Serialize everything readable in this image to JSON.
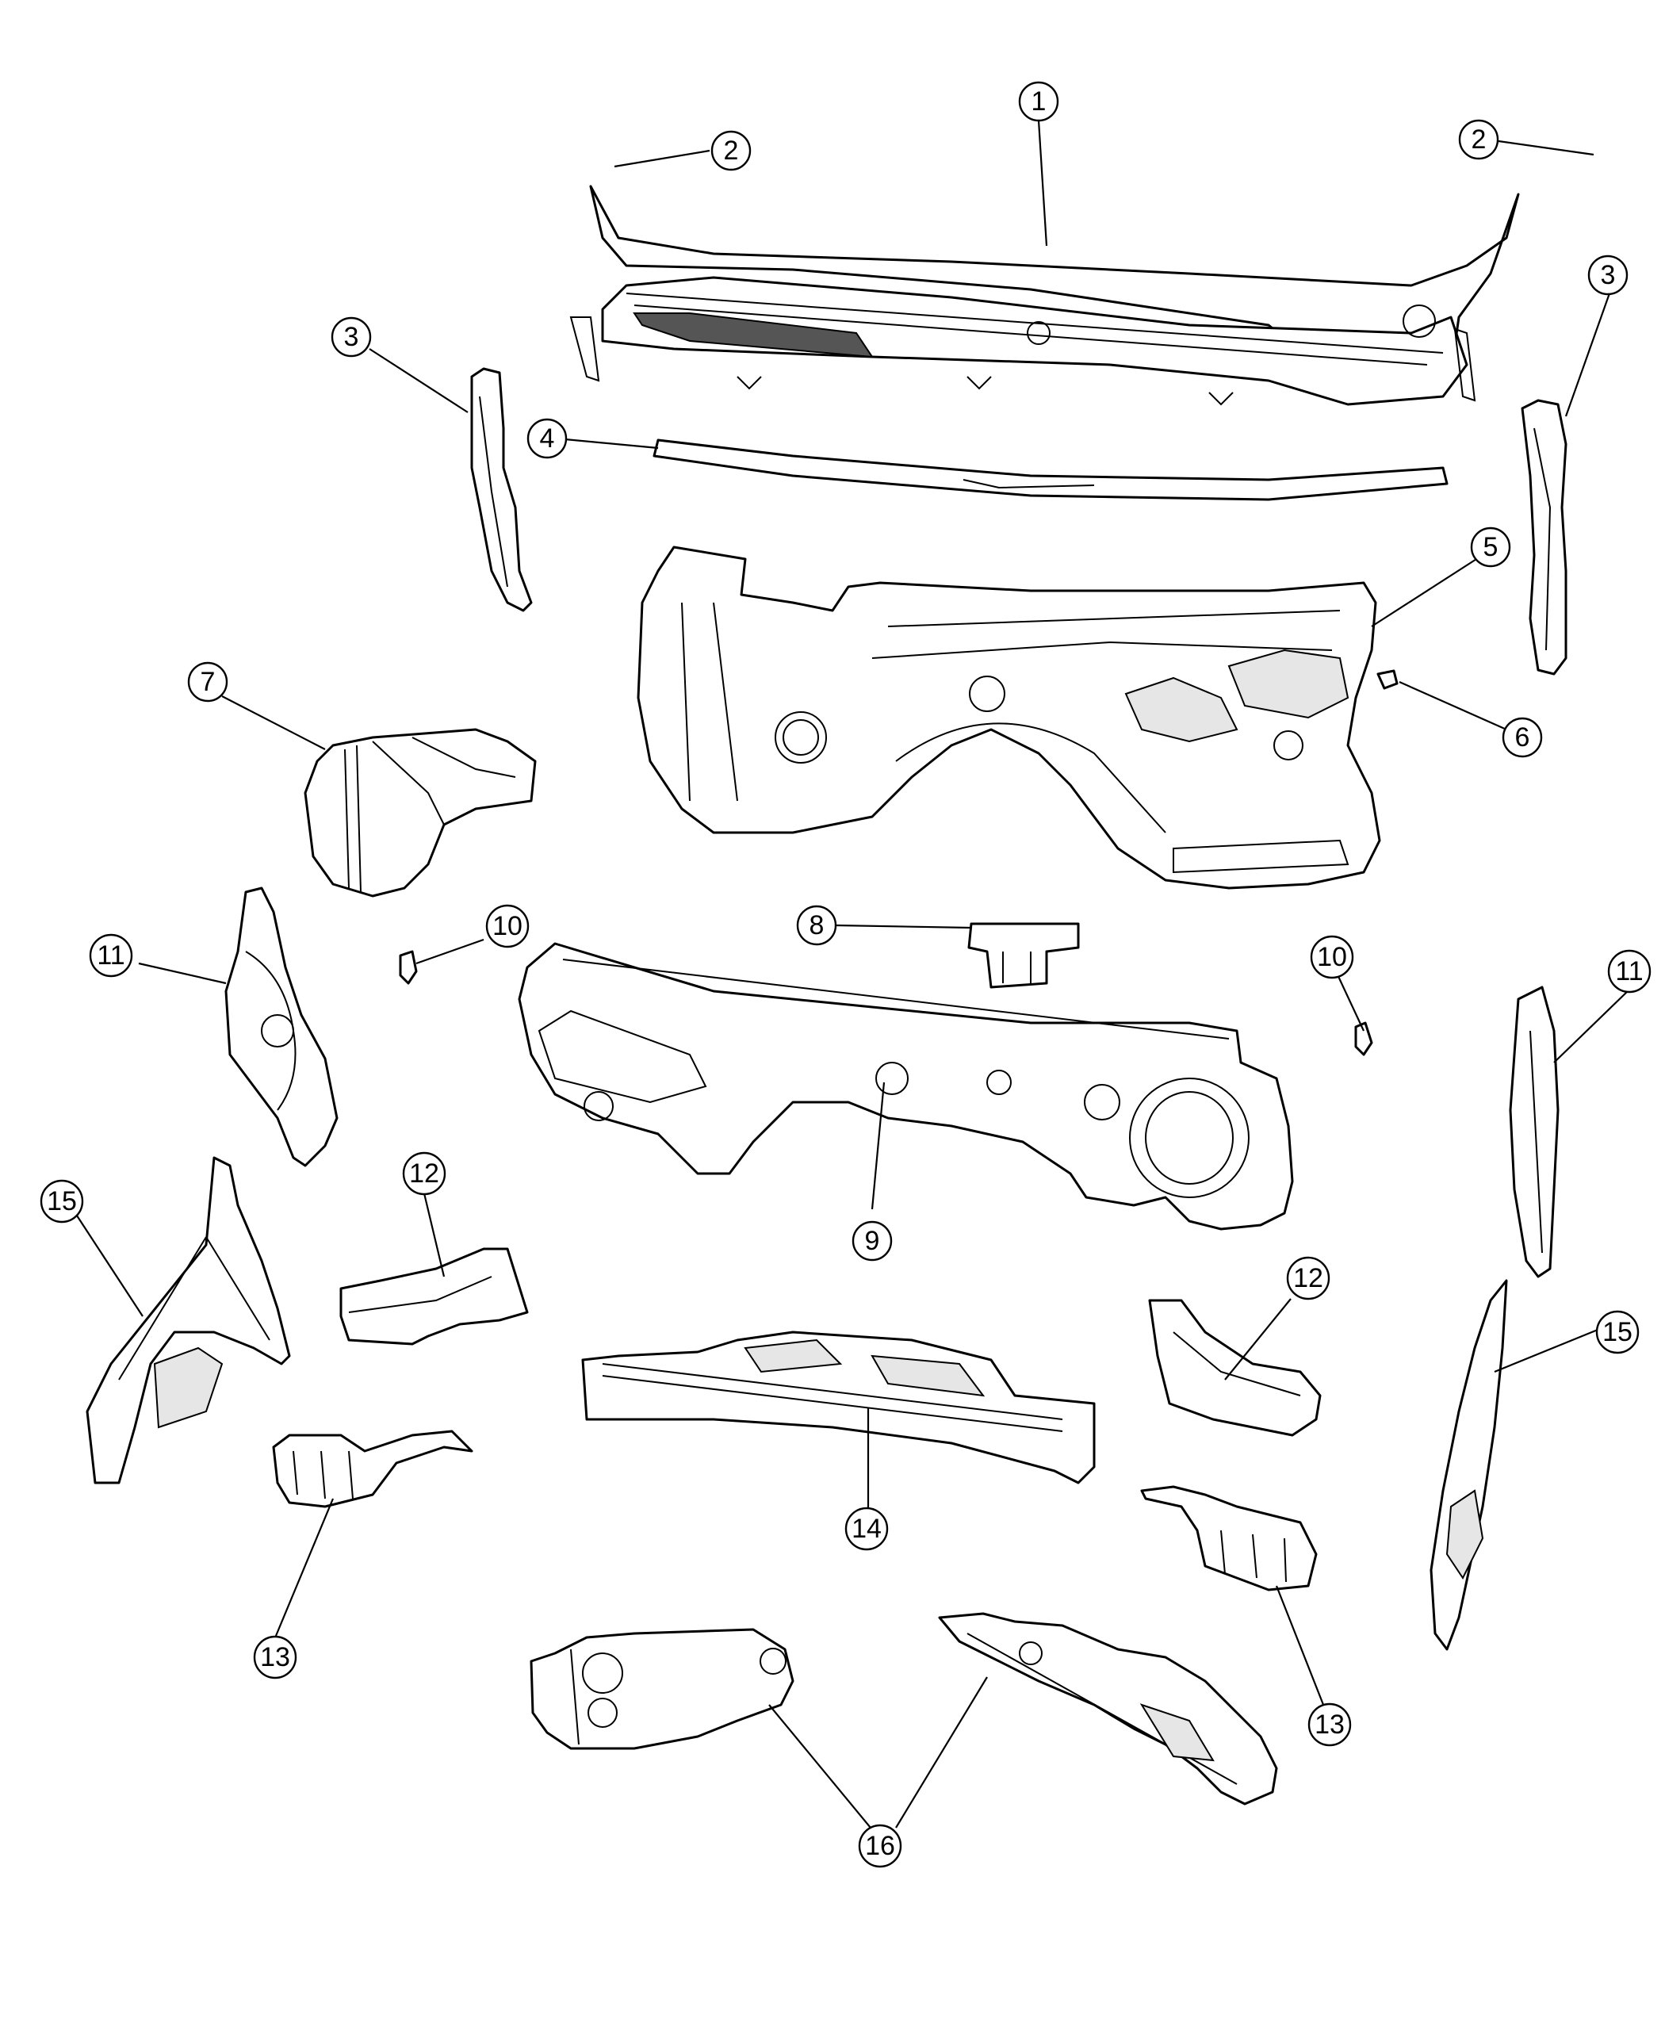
{
  "callouts": [
    {
      "id": "c1",
      "label": "1"
    },
    {
      "id": "c2a",
      "label": "2"
    },
    {
      "id": "c2b",
      "label": "2"
    },
    {
      "id": "c3a",
      "label": "3"
    },
    {
      "id": "c3b",
      "label": "3"
    },
    {
      "id": "c4",
      "label": "4"
    },
    {
      "id": "c5",
      "label": "5"
    },
    {
      "id": "c6",
      "label": "6"
    },
    {
      "id": "c7",
      "label": "7"
    },
    {
      "id": "c8",
      "label": "8"
    },
    {
      "id": "c9",
      "label": "9"
    },
    {
      "id": "c10a",
      "label": "10"
    },
    {
      "id": "c10b",
      "label": "10"
    },
    {
      "id": "c11a",
      "label": "11"
    },
    {
      "id": "c11b",
      "label": "11"
    },
    {
      "id": "c12a",
      "label": "12"
    },
    {
      "id": "c12b",
      "label": "12"
    },
    {
      "id": "c13a",
      "label": "13"
    },
    {
      "id": "c13b",
      "label": "13"
    },
    {
      "id": "c14",
      "label": "14"
    },
    {
      "id": "c15a",
      "label": "15"
    },
    {
      "id": "c15b",
      "label": "15"
    },
    {
      "id": "c16",
      "label": "16"
    }
  ]
}
